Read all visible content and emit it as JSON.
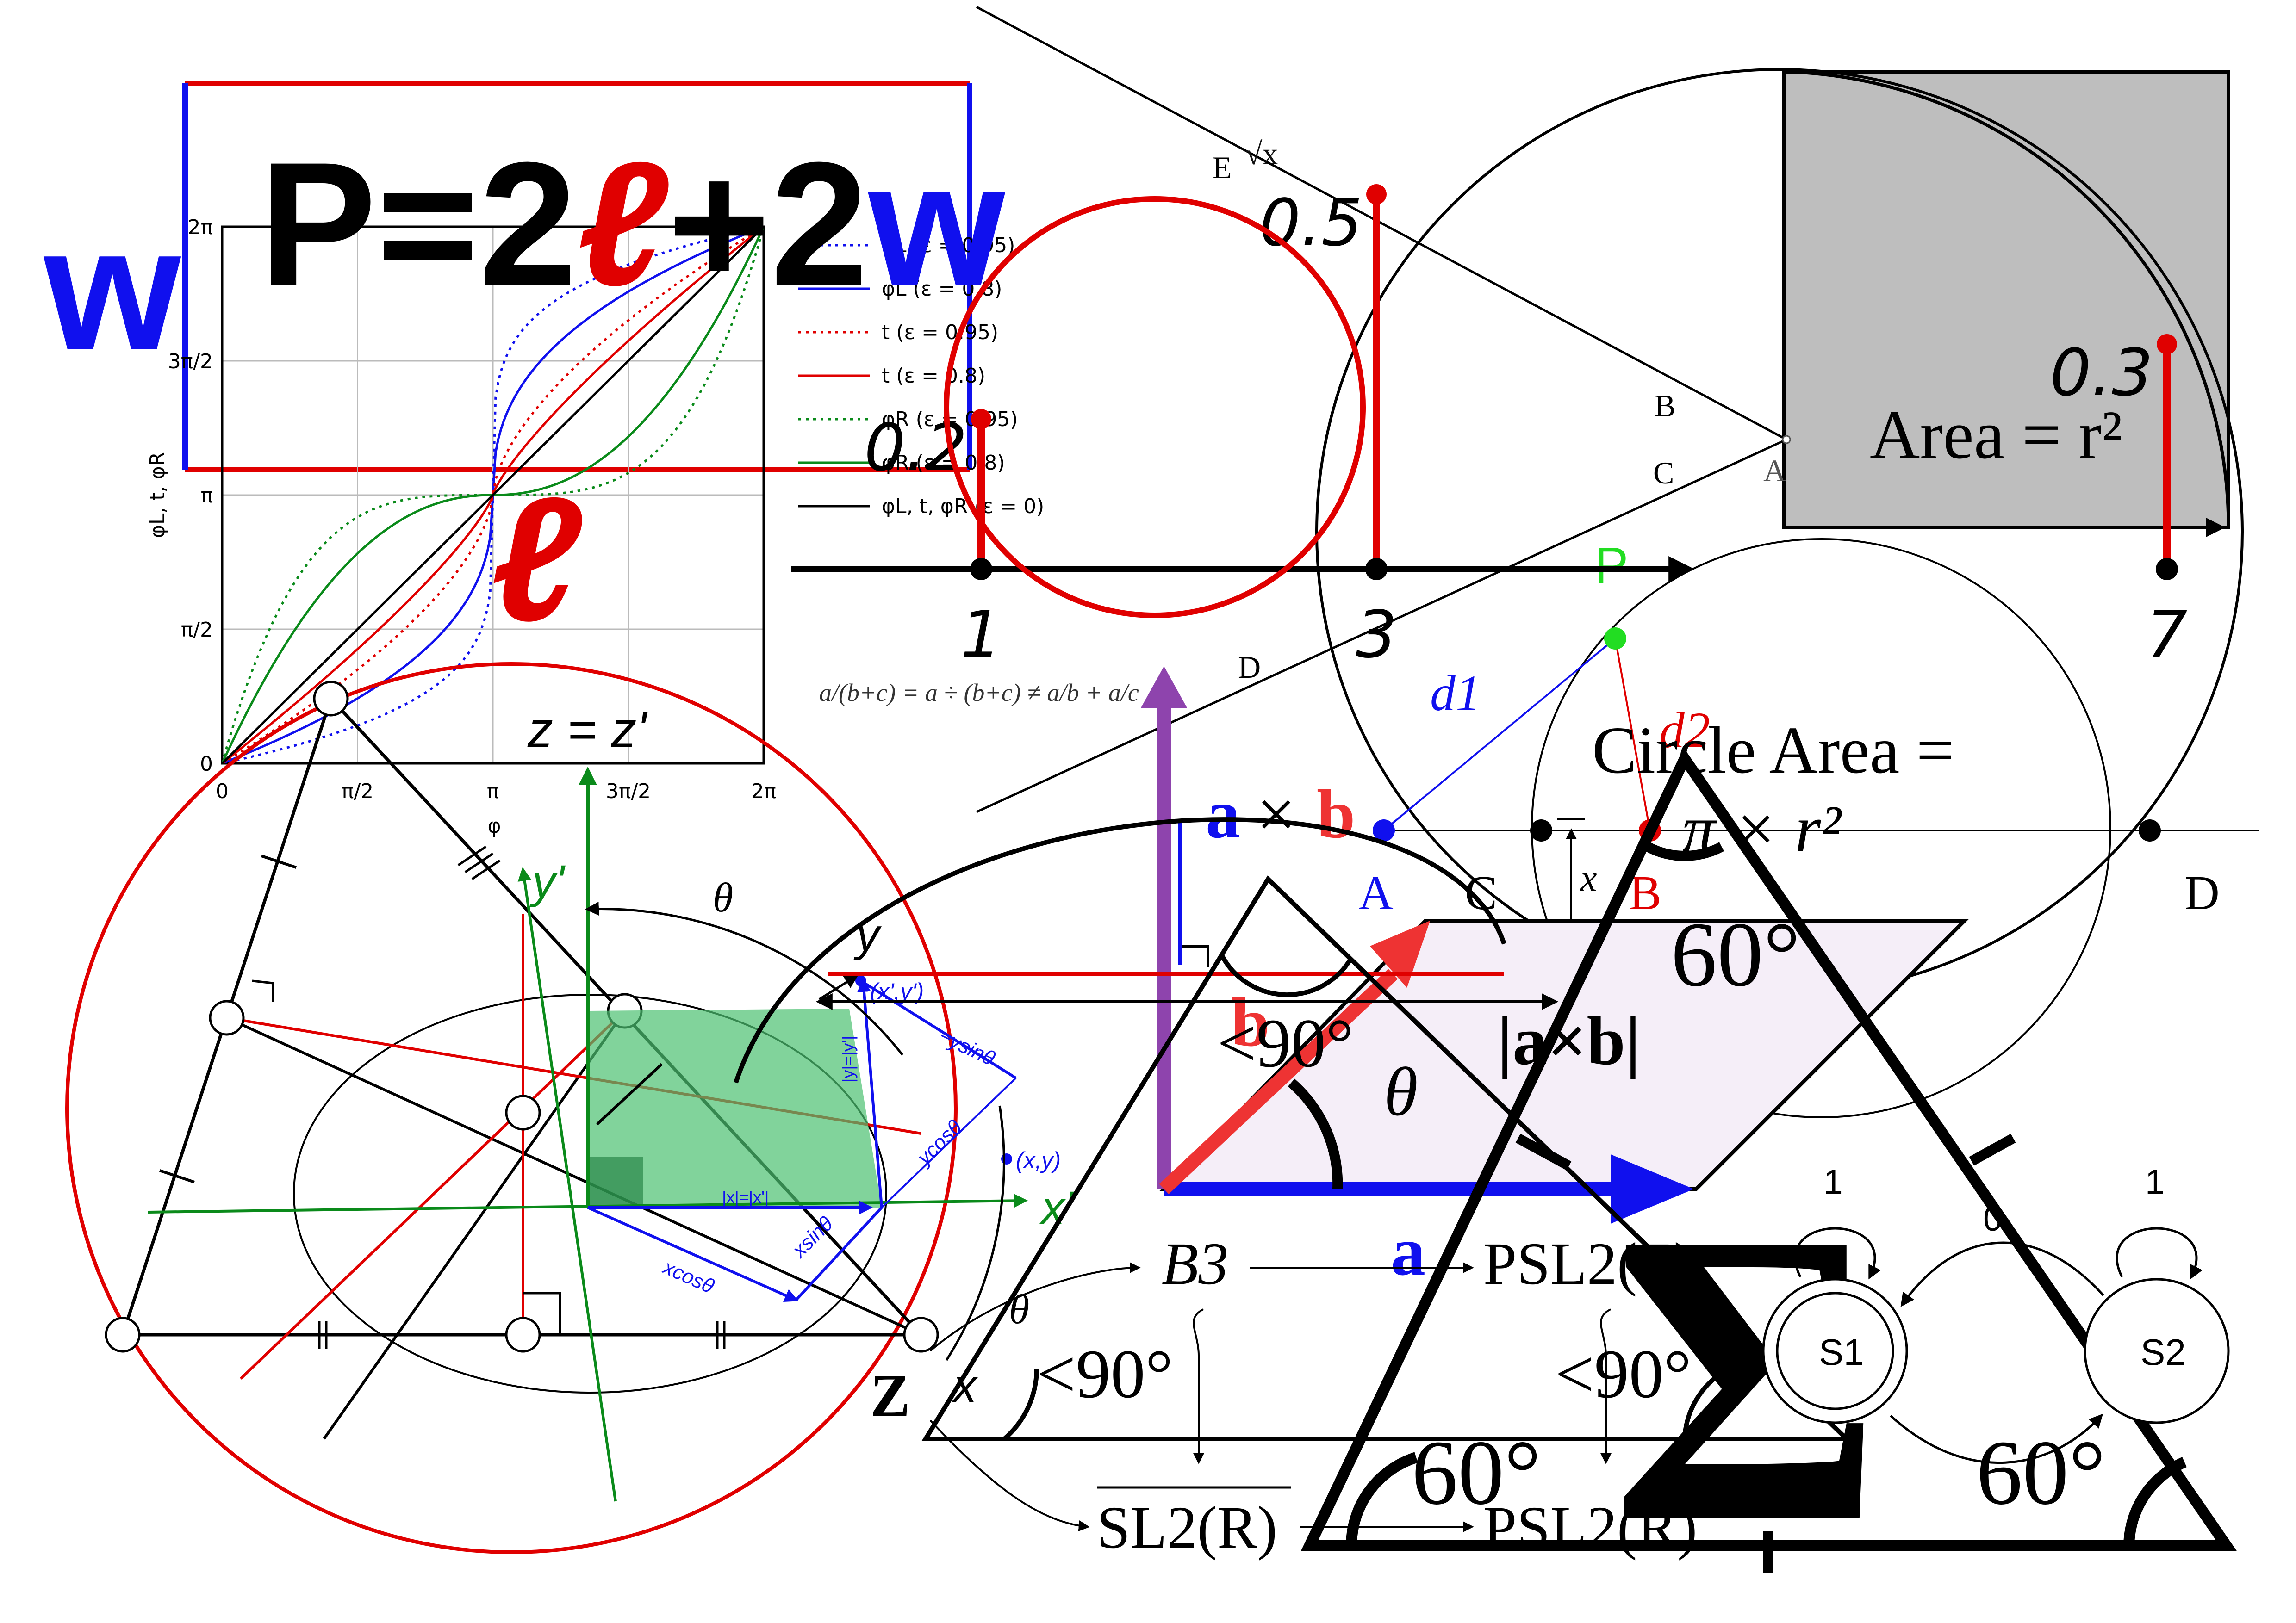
{
  "colors": {
    "red": "#e00000",
    "blue": "#1010ee",
    "green": "#0a8a1a",
    "purple": "#8e44ad",
    "gray_fill": "#bebebe",
    "green_fill": "#4cc070",
    "bright_green": "#22dd22",
    "black": "#000000"
  },
  "perimeter": {
    "formula_prefix": "P=2",
    "ell": "ℓ",
    "plus_two": "+2",
    "w_letter": "w",
    "side_w": "w",
    "side_ell": "ℓ"
  },
  "phase_plot": {
    "y_ticks": [
      "2π",
      "3π/2",
      "π",
      "π/2",
      "0"
    ],
    "x_ticks": [
      "0",
      "π/2",
      "π",
      "3π/2",
      "2π"
    ],
    "ylabel": "φL, t, φR",
    "xlabel": "φ",
    "legend": [
      "φL  (ε = 0.95)",
      "φL  (ε = 0.8)",
      "t  (ε = 0.95)",
      "t  (ε = 0.8)",
      "φR  (ε = 0.95)",
      "φR  (ε = 0.8)",
      "φL, t, φR  (ε = 0)"
    ]
  },
  "stem": {
    "labels": [
      "1",
      "3",
      "7"
    ],
    "values": [
      "0.2",
      "0.5",
      "0.3"
    ]
  },
  "fraction_text": "a/(b+c) = a ÷ (b+c) ≠ a/b + a/c",
  "geometry_points": {
    "sqrt": "√x",
    "E": "E",
    "B": "B",
    "C": "C",
    "A": "A",
    "D": "D",
    "P": "P"
  },
  "area_square": {
    "label": "Area = r²"
  },
  "circle_area": {
    "line1": "Circle Area =",
    "line2": "π × r²"
  },
  "distance": {
    "d1": "d1",
    "d2": "d2",
    "A": "A",
    "C": "C",
    "B": "B",
    "D": "D",
    "x": "x"
  },
  "cross_product": {
    "axb_a": "a",
    "axb_x": "×",
    "axb_b": "b",
    "norm": "|a×b|",
    "vec_a": "a",
    "vec_b": "b",
    "theta": "θ"
  },
  "rotation": {
    "z_label": "z = z'",
    "y_prime": "y'",
    "y": "y",
    "x_prime": "x'",
    "x": "x",
    "theta": "θ",
    "pt_prime": "(x',y')",
    "pt": "(x,y)",
    "neg_ysin": "−ysinθ",
    "ycos": "ycosθ",
    "xsin": "xsinθ",
    "xcos": "xcosθ",
    "abs_y": "|y|=|y'|",
    "abs_x": "|x|=|x'|"
  },
  "group_diagram": {
    "Z": "Z",
    "B3": "B3",
    "PSL2Z": "PSL2(Z)",
    "SL2R": "SL2(R)",
    "PSL2R": "PSL2(R)"
  },
  "angles": {
    "lt90": "<90°",
    "sixty": "60°",
    "theta": "θ"
  },
  "sigma": "Σ",
  "state_machine": {
    "s1": "S1",
    "s2": "S2",
    "loop1": "1",
    "loop2": "1",
    "transition": "0"
  }
}
